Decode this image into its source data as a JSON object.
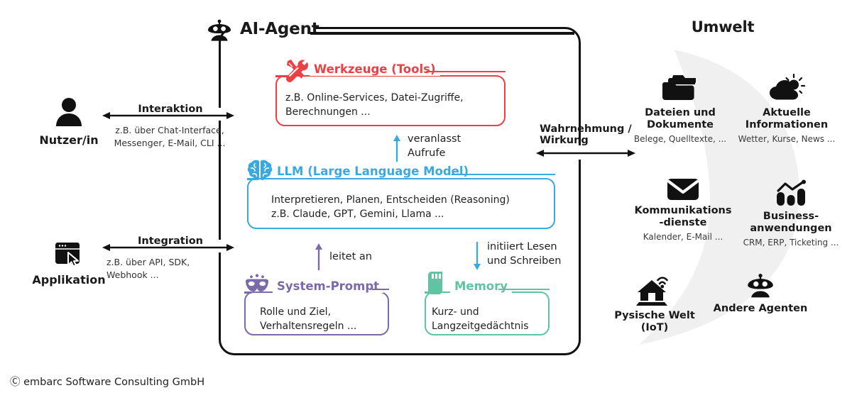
{
  "agent": {
    "title": "AI-Agent",
    "icon": "robot-icon",
    "cards": [
      {
        "id": "tools",
        "label": "Werkzeuge (Tools)",
        "icon": "tools-icon",
        "color": "#ee4044",
        "body": "z.B. Online-Services, Datei-Zugriffe,\nBerechnungen ..."
      },
      {
        "id": "llm",
        "label": "LLM (Large Language Model)",
        "icon": "brain-icon",
        "color": "#3aa9e0",
        "body": "Interpretieren, Planen, Entscheiden (Reasoning)\nz.B. Claude, GPT, Gemini, Llama ..."
      },
      {
        "id": "system-prompt",
        "label": "System-Prompt",
        "icon": "mask-icon",
        "color": "#7a6ba8",
        "body": "Rolle und Ziel,\nVerhaltensregeln ..."
      },
      {
        "id": "memory",
        "label": "Memory",
        "icon": "memory-card-icon",
        "color": "#5fc4a2",
        "body": "Kurz- und\nLangzeitgedächtnis"
      }
    ],
    "flows": [
      {
        "id": "veranlasst-aufrufe",
        "text": "veranlasst\nAufrufe",
        "direction": "up",
        "color": "#3aa9e0"
      },
      {
        "id": "leitet-an",
        "text": "leitet an",
        "direction": "up",
        "color": "#7a6ba8"
      },
      {
        "id": "initiiert-lesen-schreiben",
        "text": "initiiert Lesen\nund Schreiben",
        "direction": "down",
        "color": "#3aa9e0"
      }
    ]
  },
  "actors": [
    {
      "id": "nutzer",
      "name": "Nutzer/in",
      "icon": "user-icon",
      "edge_title": "Interaktion",
      "edge_sub": "z.B. über Chat-Interface,\nMessenger, E-Mail, CLI ..."
    },
    {
      "id": "applikation",
      "name": "Applikation",
      "icon": "application-window-icon",
      "edge_title": "Integration",
      "edge_sub": "z.B. über API, SDK,\nWebhook ..."
    }
  ],
  "environment": {
    "title": "Umwelt",
    "edge_title": "Wahrnehmung /\nWirkung",
    "items": [
      {
        "id": "dateien",
        "icon": "folders-icon",
        "title": "Dateien und\nDokumente",
        "sub": "Belege, Quelltexte, ..."
      },
      {
        "id": "aktuelle-infos",
        "icon": "weather-cloud-sun-icon",
        "title": "Aktuelle\nInformationen",
        "sub": "Wetter, Kurse, News ..."
      },
      {
        "id": "kommunikation",
        "icon": "envelope-icon",
        "title": "Kommunikations\n-dienste",
        "sub": "Kalender, E-Mail ..."
      },
      {
        "id": "business",
        "icon": "bar-chart-icon",
        "title": "Business-\nanwendungen",
        "sub": "CRM, ERP, Ticketing ..."
      },
      {
        "id": "iot",
        "icon": "smart-home-icon",
        "title": "Pysische Welt\n(IoT)",
        "sub": ""
      },
      {
        "id": "andere-agenten",
        "icon": "robot-icon",
        "title": "Andere Agenten",
        "sub": ""
      }
    ]
  },
  "footer": {
    "copyright": "Ⓒ embarc Software Consulting GmbH"
  },
  "colors": {
    "tools": "#ee4044",
    "llm": "#3aa9e0",
    "system_prompt": "#7a6ba8",
    "memory": "#5fc4a2",
    "ink": "#111111",
    "blob": "#f0f0f0"
  }
}
